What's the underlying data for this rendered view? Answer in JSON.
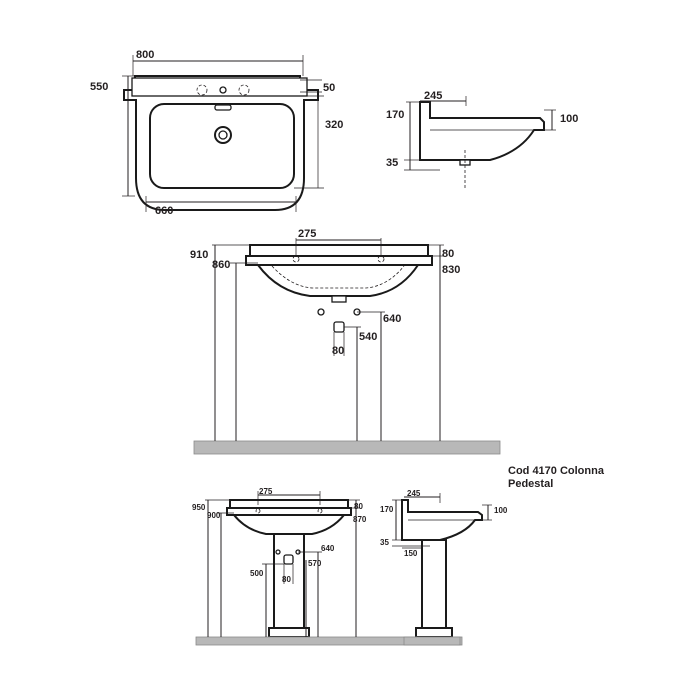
{
  "caption": {
    "line1": "Cod 4170 Colonna",
    "line2": "Pedestal"
  },
  "top_plan": {
    "width": "800",
    "depth": "550",
    "tap_offset": "50",
    "basin_depth": "320",
    "bracket_width": "660"
  },
  "top_side": {
    "projection": "245",
    "height": "170",
    "rim": "100",
    "drain": "35"
  },
  "wall_front": {
    "tap_spacing": "275",
    "height_910": "910",
    "height_860": "860",
    "rim": "80",
    "height_830": "830",
    "waste_640": "640",
    "waste_540": "540",
    "waste_width": "80"
  },
  "ped_front": {
    "tap_spacing": "275",
    "height_950": "950",
    "height_900": "900",
    "rim": "80",
    "height_870": "870",
    "waste_640": "640",
    "waste_570": "570",
    "waste_500": "500",
    "waste_width": "80"
  },
  "ped_side": {
    "projection": "245",
    "height": "170",
    "rim": "100",
    "drain": "35",
    "pedestal_offset": "150"
  }
}
